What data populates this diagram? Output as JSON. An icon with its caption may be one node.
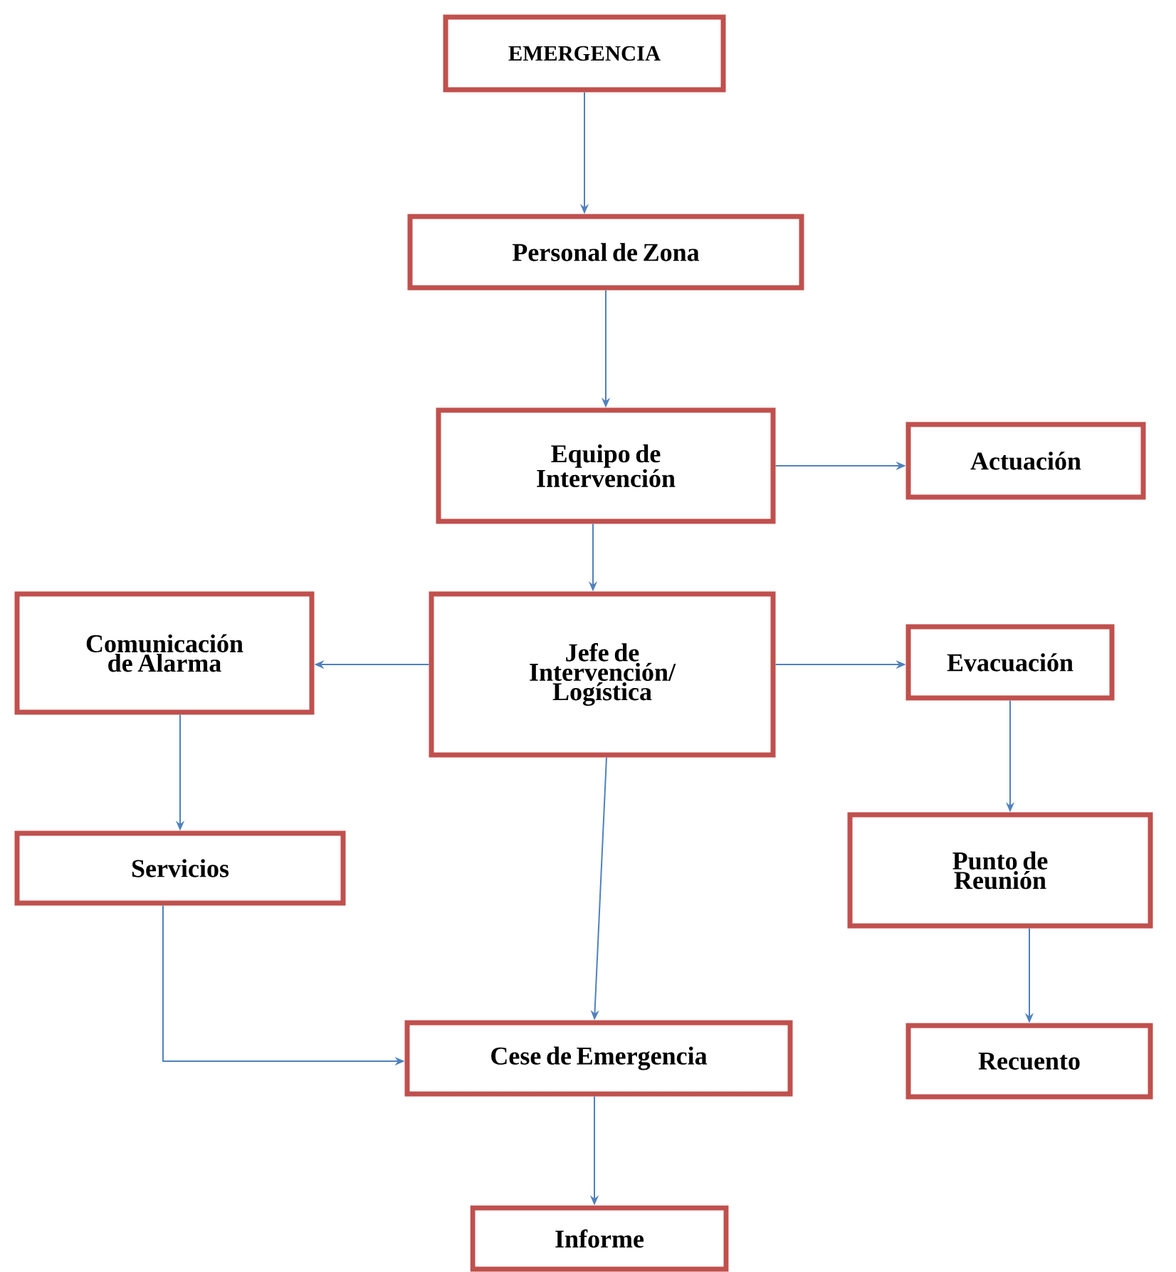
{
  "diagram": {
    "nodes": [
      {
        "text": [
          "EMERGENCIA"
        ]
      },
      {
        "text": [
          "Personal de Zona"
        ]
      },
      {
        "text": [
          "Equipo de Intervención"
        ]
      },
      {
        "text": [
          "Actuación"
        ]
      },
      {
        "text": [
          "Jefe de Intervención/ Logística"
        ]
      },
      {
        "text": [
          "Comunicación de Alarma"
        ]
      },
      {
        "text": [
          "Evacuación"
        ]
      },
      {
        "text": [
          "Servicios"
        ]
      },
      {
        "text": [
          "Punto de Reunión"
        ]
      },
      {
        "text": [
          "Cese de Emergencia"
        ]
      },
      {
        "text": [
          "Recuento"
        ]
      },
      {
        "text": [
          "Informe"
        ]
      }
    ],
    "edges": [
      {
        "from": 0,
        "to": 1,
        "arrow": "to"
      },
      {
        "from": 1,
        "to": 2,
        "arrow": "to"
      },
      {
        "from": 2,
        "to": 3,
        "arrow": "to"
      },
      {
        "from": 2,
        "to": 4,
        "arrow": "to"
      },
      {
        "from": 4,
        "to": 5,
        "arrow": "to"
      },
      {
        "from": 4,
        "to": 6,
        "arrow": "to"
      },
      {
        "from": 4,
        "to": 9,
        "arrow": "to"
      },
      {
        "from": 5,
        "to": 7,
        "arrow": "to"
      },
      {
        "from": 7,
        "to": 9,
        "arrow": "to"
      },
      {
        "from": 6,
        "to": 8,
        "arrow": "to"
      },
      {
        "from": 8,
        "to": 10,
        "arrow": "to"
      },
      {
        "from": 9,
        "to": 11,
        "arrow": "to"
      }
    ]
  }
}
